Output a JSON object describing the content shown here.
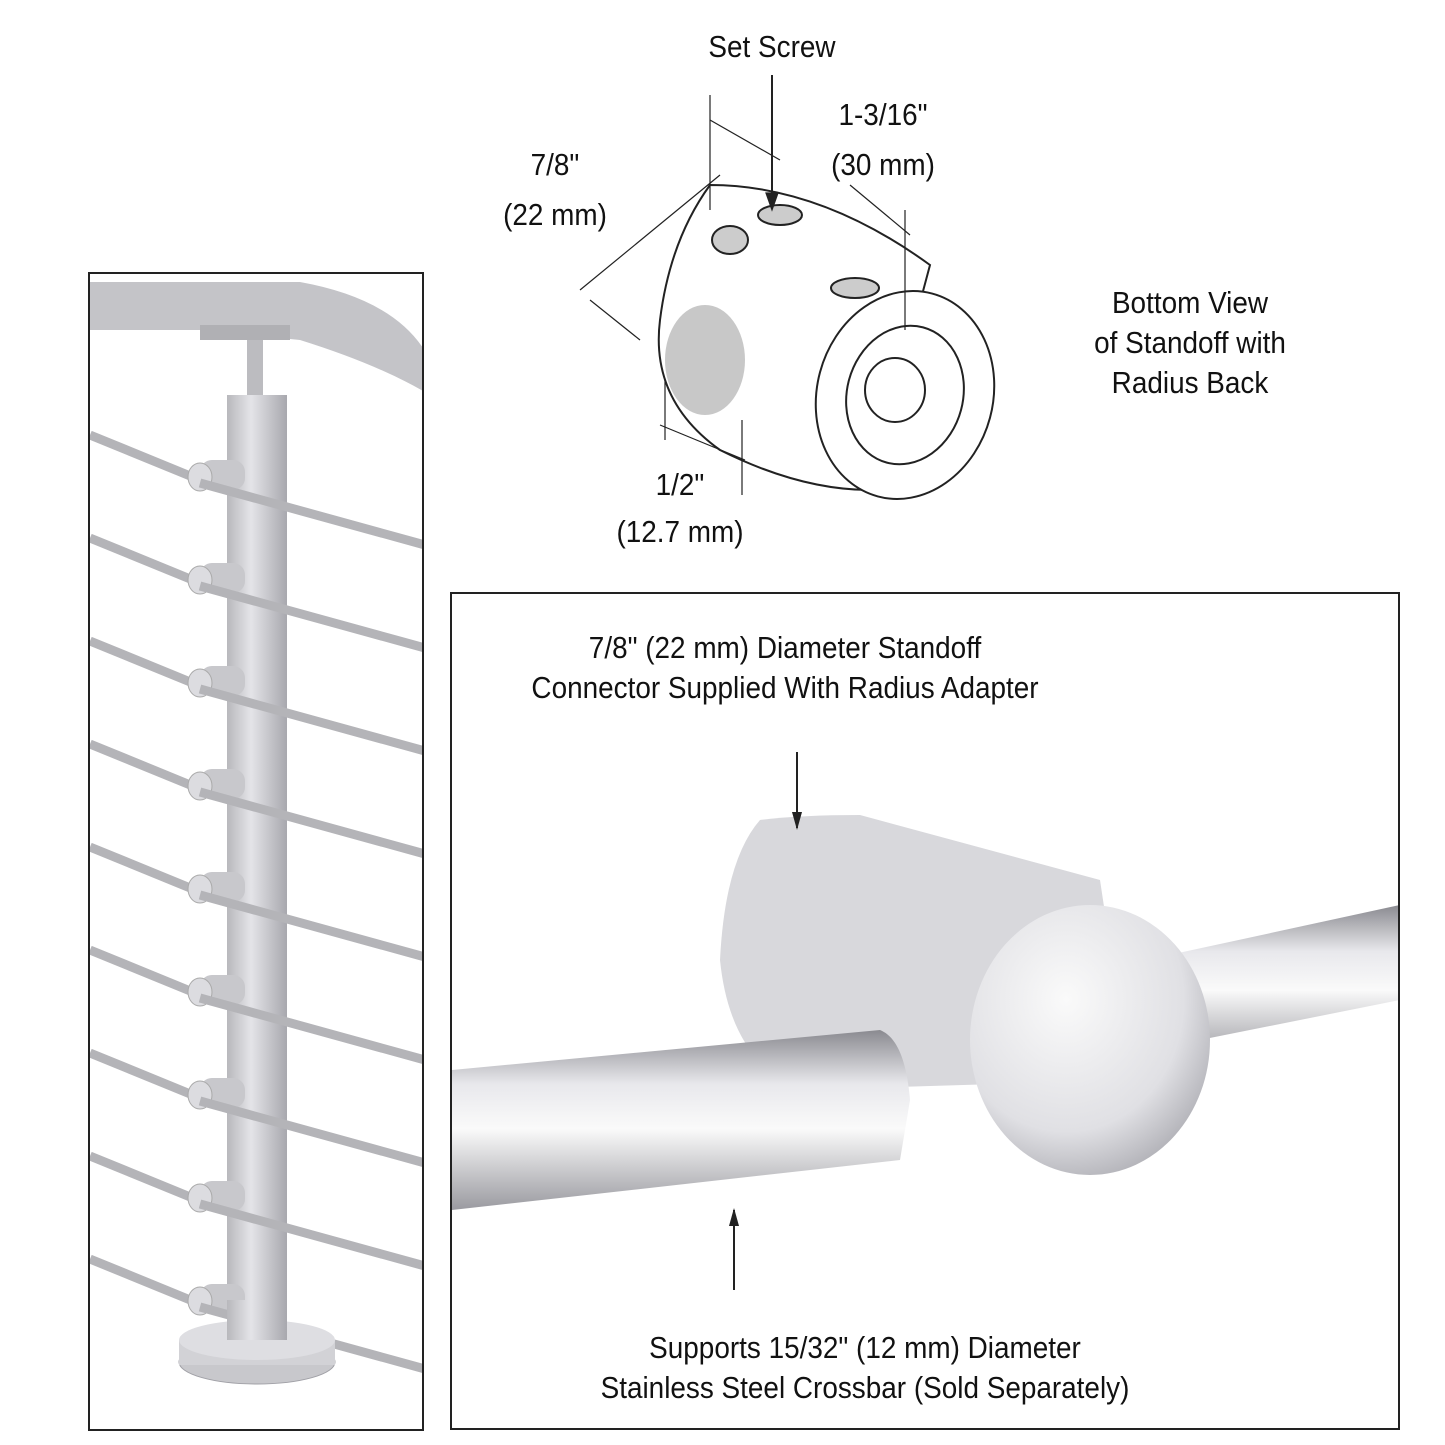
{
  "top_drawing": {
    "set_screw": "Set Screw",
    "dim_diameter_in": "7/8\"",
    "dim_diameter_mm": "(22 mm)",
    "dim_length_in": "1-3/16\"",
    "dim_length_mm": "(30 mm)",
    "dim_hole_in": "1/2\"",
    "dim_hole_mm": "(12.7 mm)",
    "caption": [
      "Bottom View",
      "of Standoff with",
      "Radius Back"
    ]
  },
  "detail_panel": {
    "top_caption": [
      "7/8\" (22 mm) Diameter Standoff",
      "Connector Supplied With Radius Adapter"
    ],
    "bottom_caption": [
      "Supports 15/32\" (12 mm) Diameter",
      "Stainless Steel Crossbar (Sold Separately)"
    ]
  },
  "railing_panel": {
    "crossbar_count": 9
  },
  "colors": {
    "metal": "#c8c8cc",
    "metal_dark": "#9a9aa0",
    "frame": "#222222"
  }
}
